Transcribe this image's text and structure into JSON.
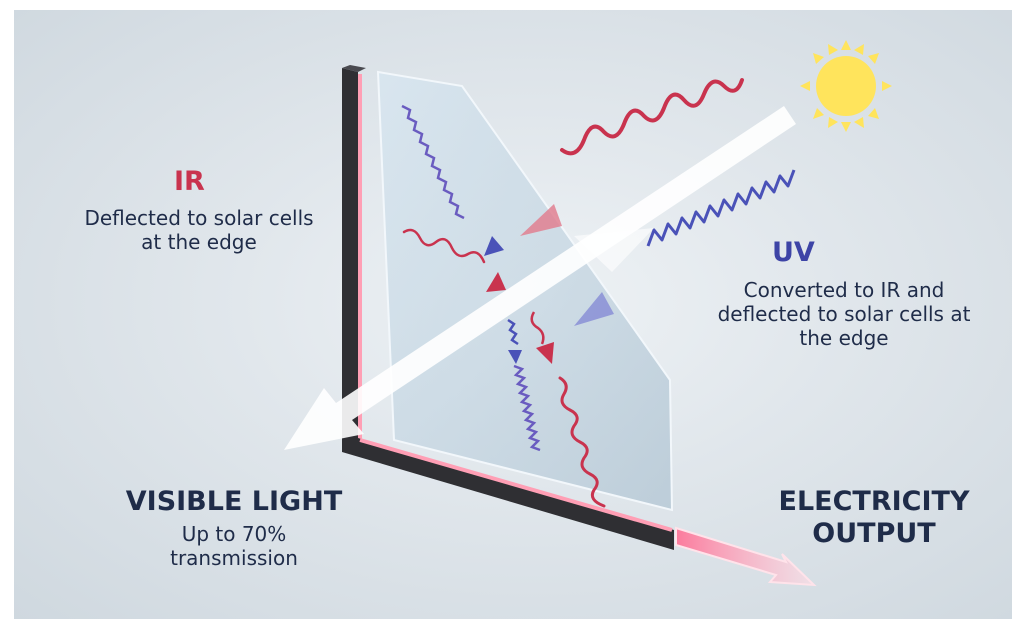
{
  "ir": {
    "title": "IR",
    "description": "Deflected to solar cells at the edge"
  },
  "uv": {
    "title": "UV",
    "description": "Converted to IR and deflected to solar cells at the edge"
  },
  "visible": {
    "title": "VISIBLE LIGHT",
    "description": "Up to 70% transmission"
  },
  "electricity": {
    "title": "ELECTRICITY OUTPUT"
  },
  "colors": {
    "ir": "#c9334e",
    "uv": "#4a52b8",
    "text": "#1f2c49",
    "sun": "#ffe45c",
    "frame": "#2f2f33",
    "glow": "#ff9fb5"
  }
}
